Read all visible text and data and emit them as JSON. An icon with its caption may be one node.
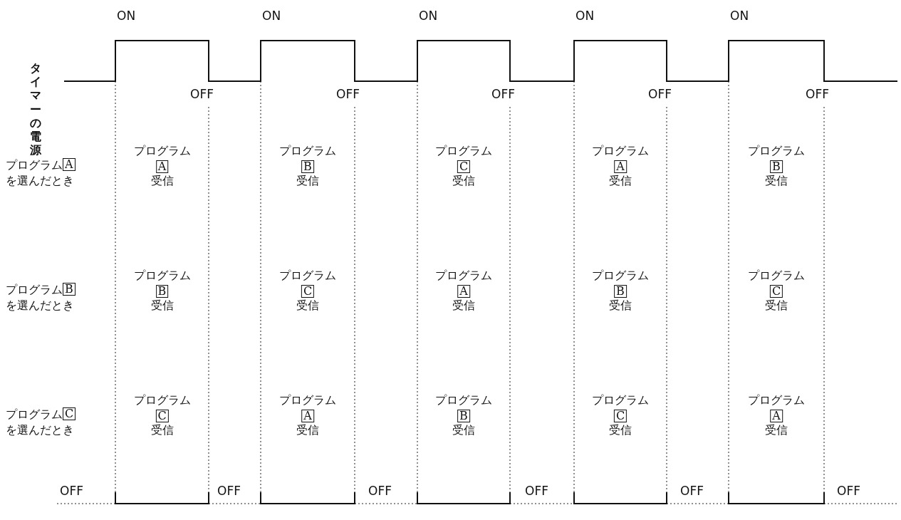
{
  "diagram": {
    "labels": [
      "タイマーの電源",
      "ON",
      "ON",
      "ON",
      "ON",
      "ON",
      "OFF",
      "OFF",
      "OFF",
      "OFF",
      "OFF",
      "プログラム",
      "A",
      "を選んだとき",
      "プログラム",
      "A",
      "受信",
      "プログラム",
      "B",
      "受信",
      "プログラム",
      "C",
      "受信",
      "プログラム",
      "A",
      "受信",
      "プログラム",
      "B",
      "受信",
      "プログラム",
      "B",
      "を選んだとき",
      "プログラム",
      "B",
      "受信",
      "プログラム",
      "C",
      "受信",
      "プログラム",
      "A",
      "受信",
      "プログラム",
      "B",
      "受信",
      "プログラム",
      "C",
      "受信",
      "プログラム",
      "C",
      "を選んだとき",
      "プログラム",
      "C",
      "受信",
      "プログラム",
      "A",
      "受信",
      "プログラム",
      "B",
      "受信",
      "プログラム",
      "C",
      "受信",
      "プログラム",
      "A",
      "受信",
      "OFF",
      "OFF",
      "OFF",
      "OFF",
      "OFF",
      "OFF"
    ]
  }
}
